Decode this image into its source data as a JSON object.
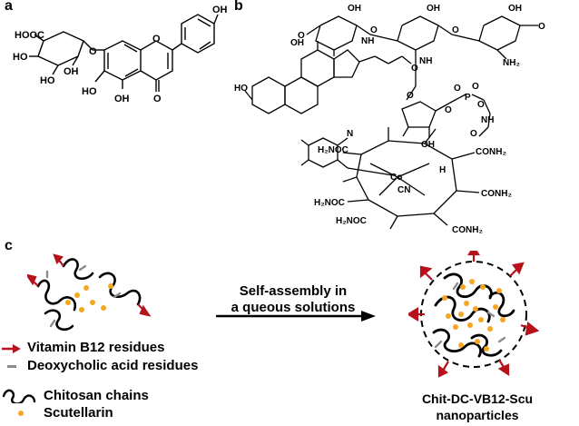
{
  "panels": {
    "a": "a",
    "b": "b",
    "c": "c"
  },
  "scutellarin": {
    "labels": {
      "cooh": "HOOC",
      "ho1": "HO",
      "ho2": "HO",
      "oh_sugar": "OH",
      "o_glyc": "O",
      "o_ring": "O",
      "oh_phenyl": "OH",
      "ho3": "HO",
      "oh_a": "OH",
      "o_ketone": "O"
    }
  },
  "conjugate": {
    "labels": {
      "methoxy": "O",
      "oh_sugar1": "OH",
      "oh_sugar2": "OH",
      "oh_sugar3": "OH",
      "o_link1": "O",
      "o_link2": "O",
      "o_link3": "O",
      "nh1": "NH",
      "nh2": "NH",
      "nh2_term": "NH₂",
      "oh_chol1": "OH",
      "ho_chol": "HO",
      "carbonyl_o": "O",
      "o_carbamate": "O",
      "phosphate_o1": "O",
      "phosphate_o2": "O",
      "phosphate_p": "P",
      "phosphate_o3": "O",
      "phosphate_o4": "O",
      "nh3": "NH",
      "oh_ribose": "OH",
      "o_amide": "O",
      "n_benz": "N",
      "h2noc_1": "H₂NOC",
      "conh2_1": "CONH₂",
      "co": "Co",
      "h": "H",
      "cn": "CN",
      "conh2_2": "CONH₂",
      "h2noc_2": "H₂NOC",
      "h2noc_3": "H₂NOC",
      "conh2_3": "CONH₂"
    }
  },
  "legend": {
    "vitamin_b12": "Vitamin B12 residues",
    "deoxycholic": "Deoxycholic acid residues",
    "chitosan": "Chitosan chains",
    "scutellarin": "Scutellarin"
  },
  "arrow_label": {
    "line1": "Self-assembly in",
    "line2": "a queous solutions"
  },
  "nanoparticle_label": {
    "line1": "Chit-DC-VB12-Scu",
    "line2": "nanoparticles"
  },
  "colors": {
    "vitamin_arrow": "#b5121b",
    "deoxycholic_bar": "#8c8c8c",
    "scutellarin_dot": "#f5a623",
    "chain": "#000000"
  }
}
